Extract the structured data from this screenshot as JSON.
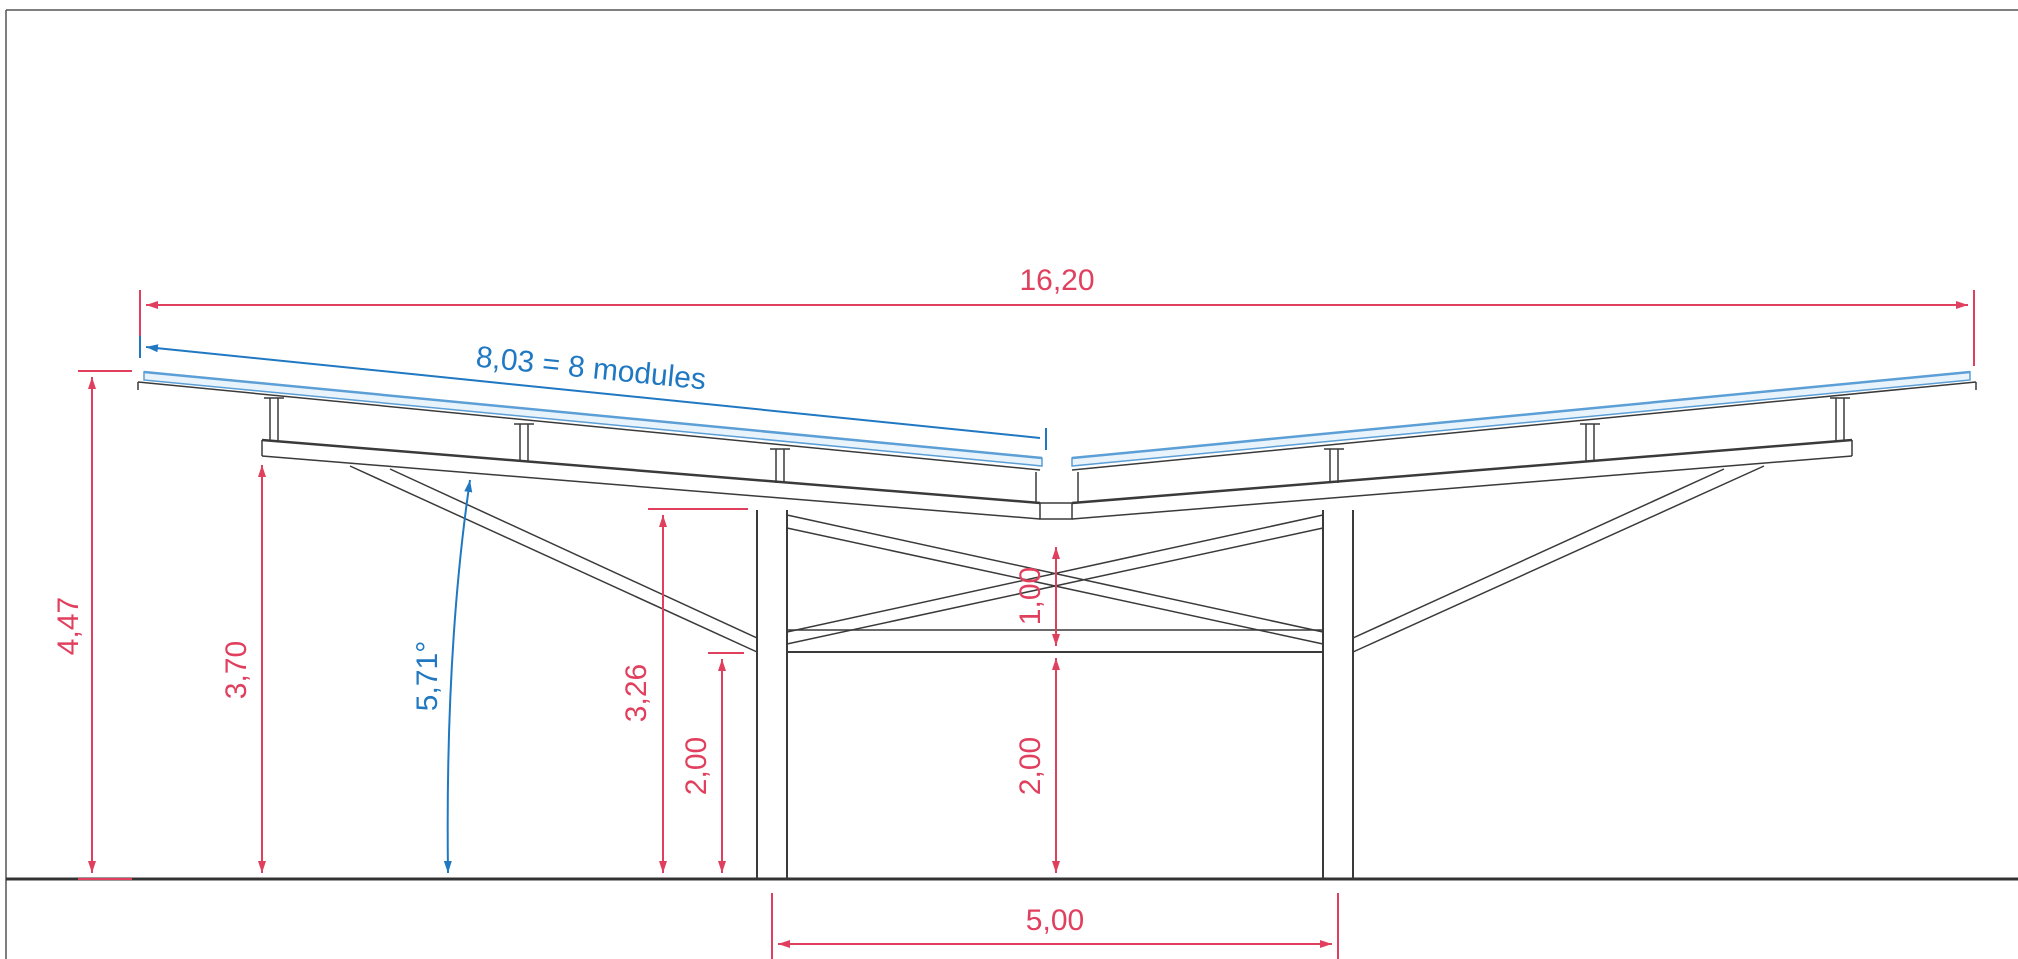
{
  "colors": {
    "dimension": "#e0405e",
    "module_dimension": "#1f78c1",
    "structure": "#3a3a3a",
    "panel": "#5b9fd6",
    "background": "#ffffff"
  },
  "dimensions": {
    "total_width": "16,20",
    "module_length": "8,03 = 8 modules",
    "total_height": "4,47",
    "beam_height": "3,70",
    "roof_angle": "5,71°",
    "column_height": "3,26",
    "clearance_left": "2,00",
    "bracing_height": "1,00",
    "clearance_center": "2,00",
    "column_spacing": "5,00"
  }
}
